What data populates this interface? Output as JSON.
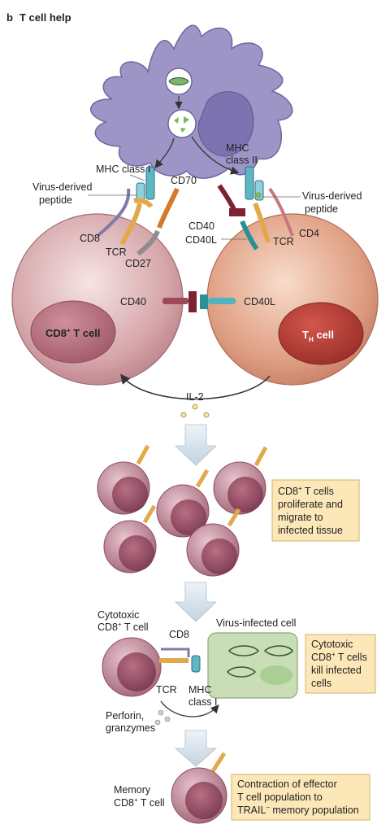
{
  "panel": {
    "letter": "b",
    "title": "T cell help"
  },
  "top": {
    "mhc_class_i": "MHC class I",
    "mhc_class_ii_line1": "MHC",
    "mhc_class_ii_line2": "class II",
    "virus_peptide_left_1": "Virus-derived",
    "virus_peptide_left_2": "peptide",
    "virus_peptide_right_1": "Virus-derived",
    "virus_peptide_right_2": "peptide",
    "cd70": "CD70",
    "cd40_upper": "CD40",
    "cd40l_upper": "CD40L",
    "cd8": "CD8",
    "tcr_left": "TCR",
    "cd27": "CD27",
    "tcr_right": "TCR",
    "cd4": "CD4",
    "cd40_mid": "CD40",
    "cd40l_mid": "CD40L",
    "cd8_cell_main": "CD8",
    "cd8_cell_sup": "+",
    "cd8_cell_tail": " T cell",
    "th_cell_main": "T",
    "th_cell_sub": "H",
    "th_cell_tail": " cell",
    "il2": "IL-2"
  },
  "prolif": {
    "line1_main": "CD8",
    "line1_sup": "+",
    "line1_tail": " T cells",
    "line2": "proliferate and",
    "line3": "migrate to",
    "line4": "infected tissue"
  },
  "kill": {
    "cytotoxic_1": "Cytotoxic",
    "cytotoxic_2_main": "CD8",
    "cytotoxic_2_sup": "+",
    "cytotoxic_2_tail": " T cell",
    "cd8": "CD8",
    "virus_infected": "Virus-infected cell",
    "tcr": "TCR",
    "mhc_1": "MHC",
    "mhc_2": "class I",
    "perforin_1": "Perforin,",
    "perforin_2": "granzymes",
    "box_line1": "Cytotoxic",
    "box_line2_main": "CD8",
    "box_line2_sup": "+",
    "box_line2_tail": " T cells",
    "box_line3": "kill infected",
    "box_line4": "cells"
  },
  "memory": {
    "label_1": "Memory",
    "label_2_main": "CD8",
    "label_2_sup": "+",
    "label_2_tail": " T cell",
    "box_line1": "Contraction of effector",
    "box_line2": "T cell population to",
    "box_line3_main": "TRAIL",
    "box_line3_sup": "–",
    "box_line3_tail": " memory population"
  },
  "colors": {
    "dendritic": "#9b93c4",
    "dendritic_nucleus": "#7c72ae",
    "cd8_cell": "#d9a8ac",
    "th_cell": "#e0a286",
    "small_cell": "#a8667a",
    "infected_cell": "#c8ddb6",
    "note_box": "#fbe7b8",
    "arrow_block": "#d6e2ec"
  }
}
